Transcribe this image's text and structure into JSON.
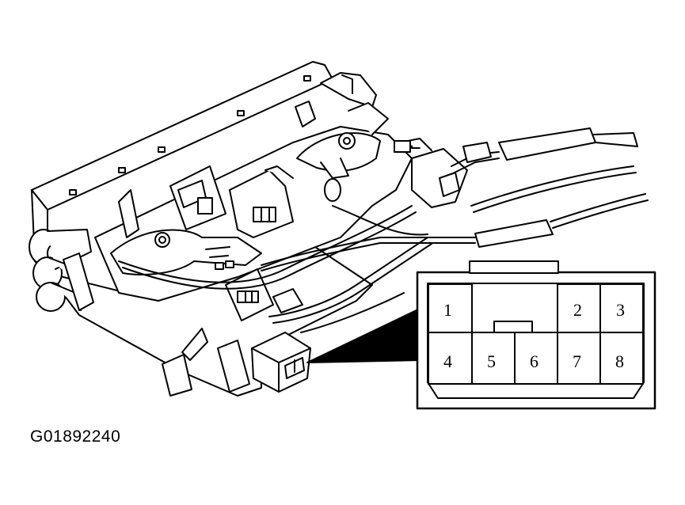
{
  "figure_id": "G01892240",
  "connector": {
    "pins_top": [
      "1",
      "2",
      "3"
    ],
    "pins_bottom": [
      "4",
      "5",
      "6",
      "7",
      "8"
    ]
  }
}
